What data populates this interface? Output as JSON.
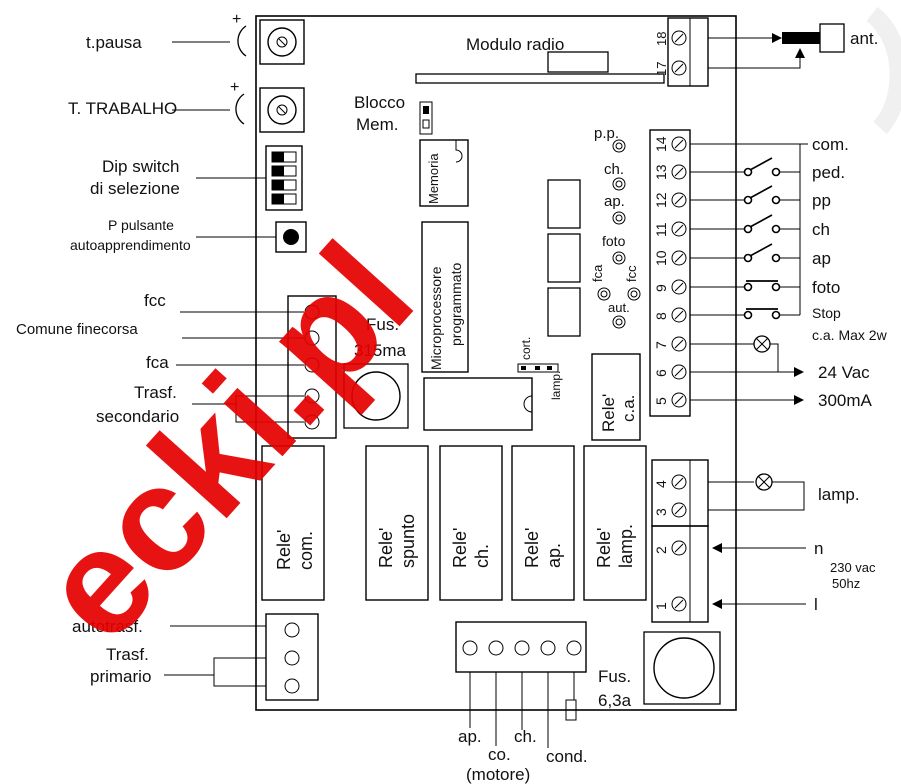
{
  "watermark": "ecki.pl",
  "labels": {
    "tpausa": "t.pausa",
    "ttrabalho": "T. TRABALHO",
    "plus": "+",
    "dip1": "Dip switch",
    "dip2": "di selezione",
    "pbtn1": "P pulsante",
    "pbtn2": "autoapprendimento",
    "fcc": "fcc",
    "comune": "Comune finecorsa",
    "fca": "fca",
    "trasf_sec1": "Trasf.",
    "trasf_sec2": "secondario",
    "autotrasf": "autotrasf.",
    "trasf_pri1": "Trasf.",
    "trasf_pri2": "primario",
    "modulo_radio": "Modulo radio",
    "blocco1": "Blocco",
    "blocco2": "Mem.",
    "memoria": "Memoria",
    "micro1": "Microprocessore",
    "micro2": "programmato",
    "fus1_a": "Fus.",
    "fus1_b": "315ma",
    "cort": "cort.",
    "lamp_jumper": "lamp.",
    "rele_ca1": "Rele'",
    "rele_ca2": "c.a.",
    "rele_com1": "Rele'",
    "rele_com2": "com.",
    "rele_spunto1": "Rele'",
    "rele_spunto2": "spunto",
    "rele_ch1": "Rele'",
    "rele_ch2": "ch.",
    "rele_ap1": "Rele'",
    "rele_ap2": "ap.",
    "rele_lamp1": "Rele'",
    "rele_lamp2": "lamp.",
    "led_pp": "p.p.",
    "led_ch": "ch.",
    "led_ap": "ap.",
    "led_foto": "foto",
    "led_fca": "fca",
    "led_fcc": "fcc",
    "led_aut": "aut.",
    "ant": "ant.",
    "com": "com.",
    "ped": "ped.",
    "pp": "pp",
    "ch": "ch",
    "ap": "ap",
    "foto": "foto",
    "stop": "Stop",
    "camax": "c.a. Max 2w",
    "v24": "24 Vac",
    "ma300": "300mA",
    "lamp": "lamp.",
    "n": "n",
    "l": "l",
    "vac230": "230 vac",
    "hz50": "50hz",
    "fus2_a": "Fus.",
    "fus2_b": "6,3a",
    "m_ap": "ap.",
    "m_co": "co.",
    "m_ch": "ch.",
    "m_cond": "cond.",
    "motore": "(motore)"
  },
  "terminals_top": [
    "18",
    "17"
  ],
  "terminals_right": [
    "14",
    "13",
    "12",
    "11",
    "10",
    "9",
    "8",
    "7",
    "6",
    "5"
  ],
  "terminals_mains": [
    "4",
    "3",
    "2",
    "1"
  ]
}
